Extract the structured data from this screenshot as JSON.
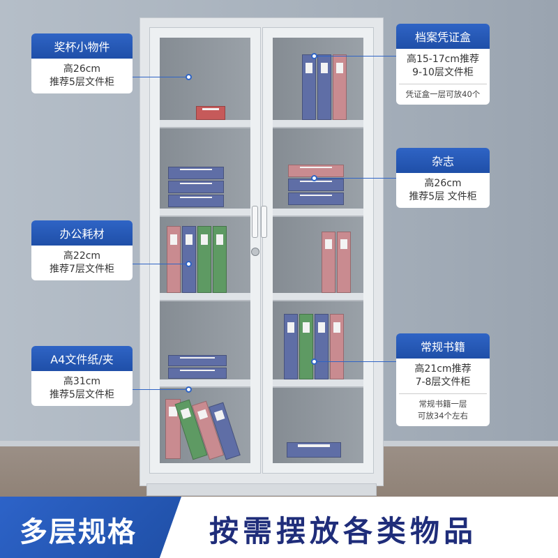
{
  "callouts": {
    "trophy": {
      "title": "奖杯小物件",
      "lines": [
        "高26cm",
        "推荐5层文件柜"
      ]
    },
    "office": {
      "title": "办公耗材",
      "lines": [
        "高22cm",
        "推荐7层文件柜"
      ]
    },
    "a4": {
      "title": "A4文件纸/夹",
      "lines": [
        "高31cm",
        "推荐5层文件柜"
      ]
    },
    "archive": {
      "title": "档案凭证盒",
      "lines": [
        "高15-17cm推荐",
        "9-10层文件柜"
      ],
      "note": "凭证盒一层可放40个"
    },
    "magazine": {
      "title": "杂志",
      "lines": [
        "高26cm",
        "推荐5层 文件柜"
      ]
    },
    "books": {
      "title": "常规书籍",
      "lines": [
        "高21cm推荐",
        "7-8层文件柜"
      ],
      "note_lines": [
        "常规书籍一层",
        "可放34个左右"
      ]
    }
  },
  "banner": {
    "left": "多层规格",
    "right": "按需摆放各类物品"
  },
  "colors": {
    "accent": "#2f64c5",
    "banner_text": "#1f2d7a"
  }
}
